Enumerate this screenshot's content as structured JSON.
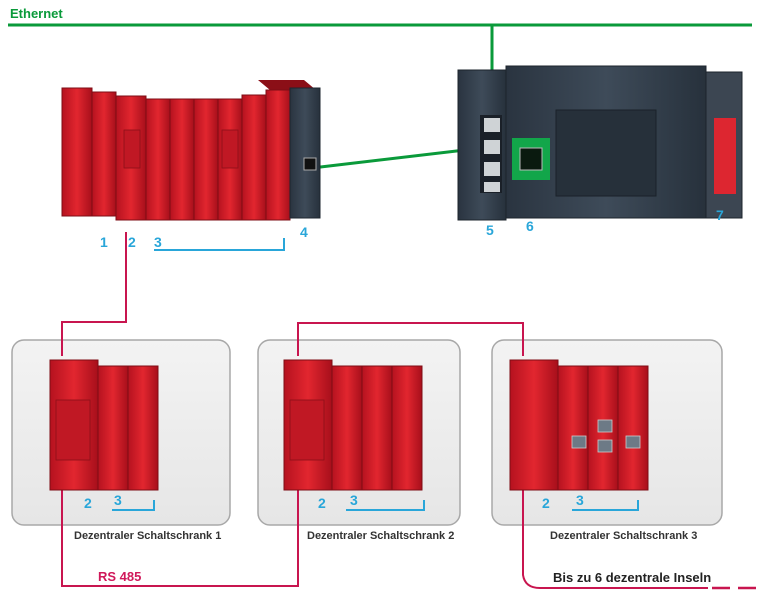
{
  "title": "Ethernet",
  "callouts": [
    "1",
    "2",
    "3",
    "4",
    "5",
    "6",
    "7"
  ],
  "cabinets": [
    {
      "label": "Dezentraler Schaltschrank 1",
      "callout_a": "2",
      "callout_b": "3"
    },
    {
      "label": "Dezentraler Schaltschrank 2",
      "callout_a": "2",
      "callout_b": "3"
    },
    {
      "label": "Dezentraler Schaltschrank 3",
      "callout_a": "2",
      "callout_b": "3"
    }
  ],
  "bus_label": "RS 485",
  "extension_label": "Bis zu 6 dezentrale Inseln",
  "colors": {
    "ethernet": "#0a9a3a",
    "rs485": "#c8154f",
    "callout": "#29a6d9",
    "module_red": "#d41c2a",
    "plc_dark": "#2f3b48",
    "cabinet_fill": "#efefef",
    "cabinet_border": "#a8a8a8"
  }
}
